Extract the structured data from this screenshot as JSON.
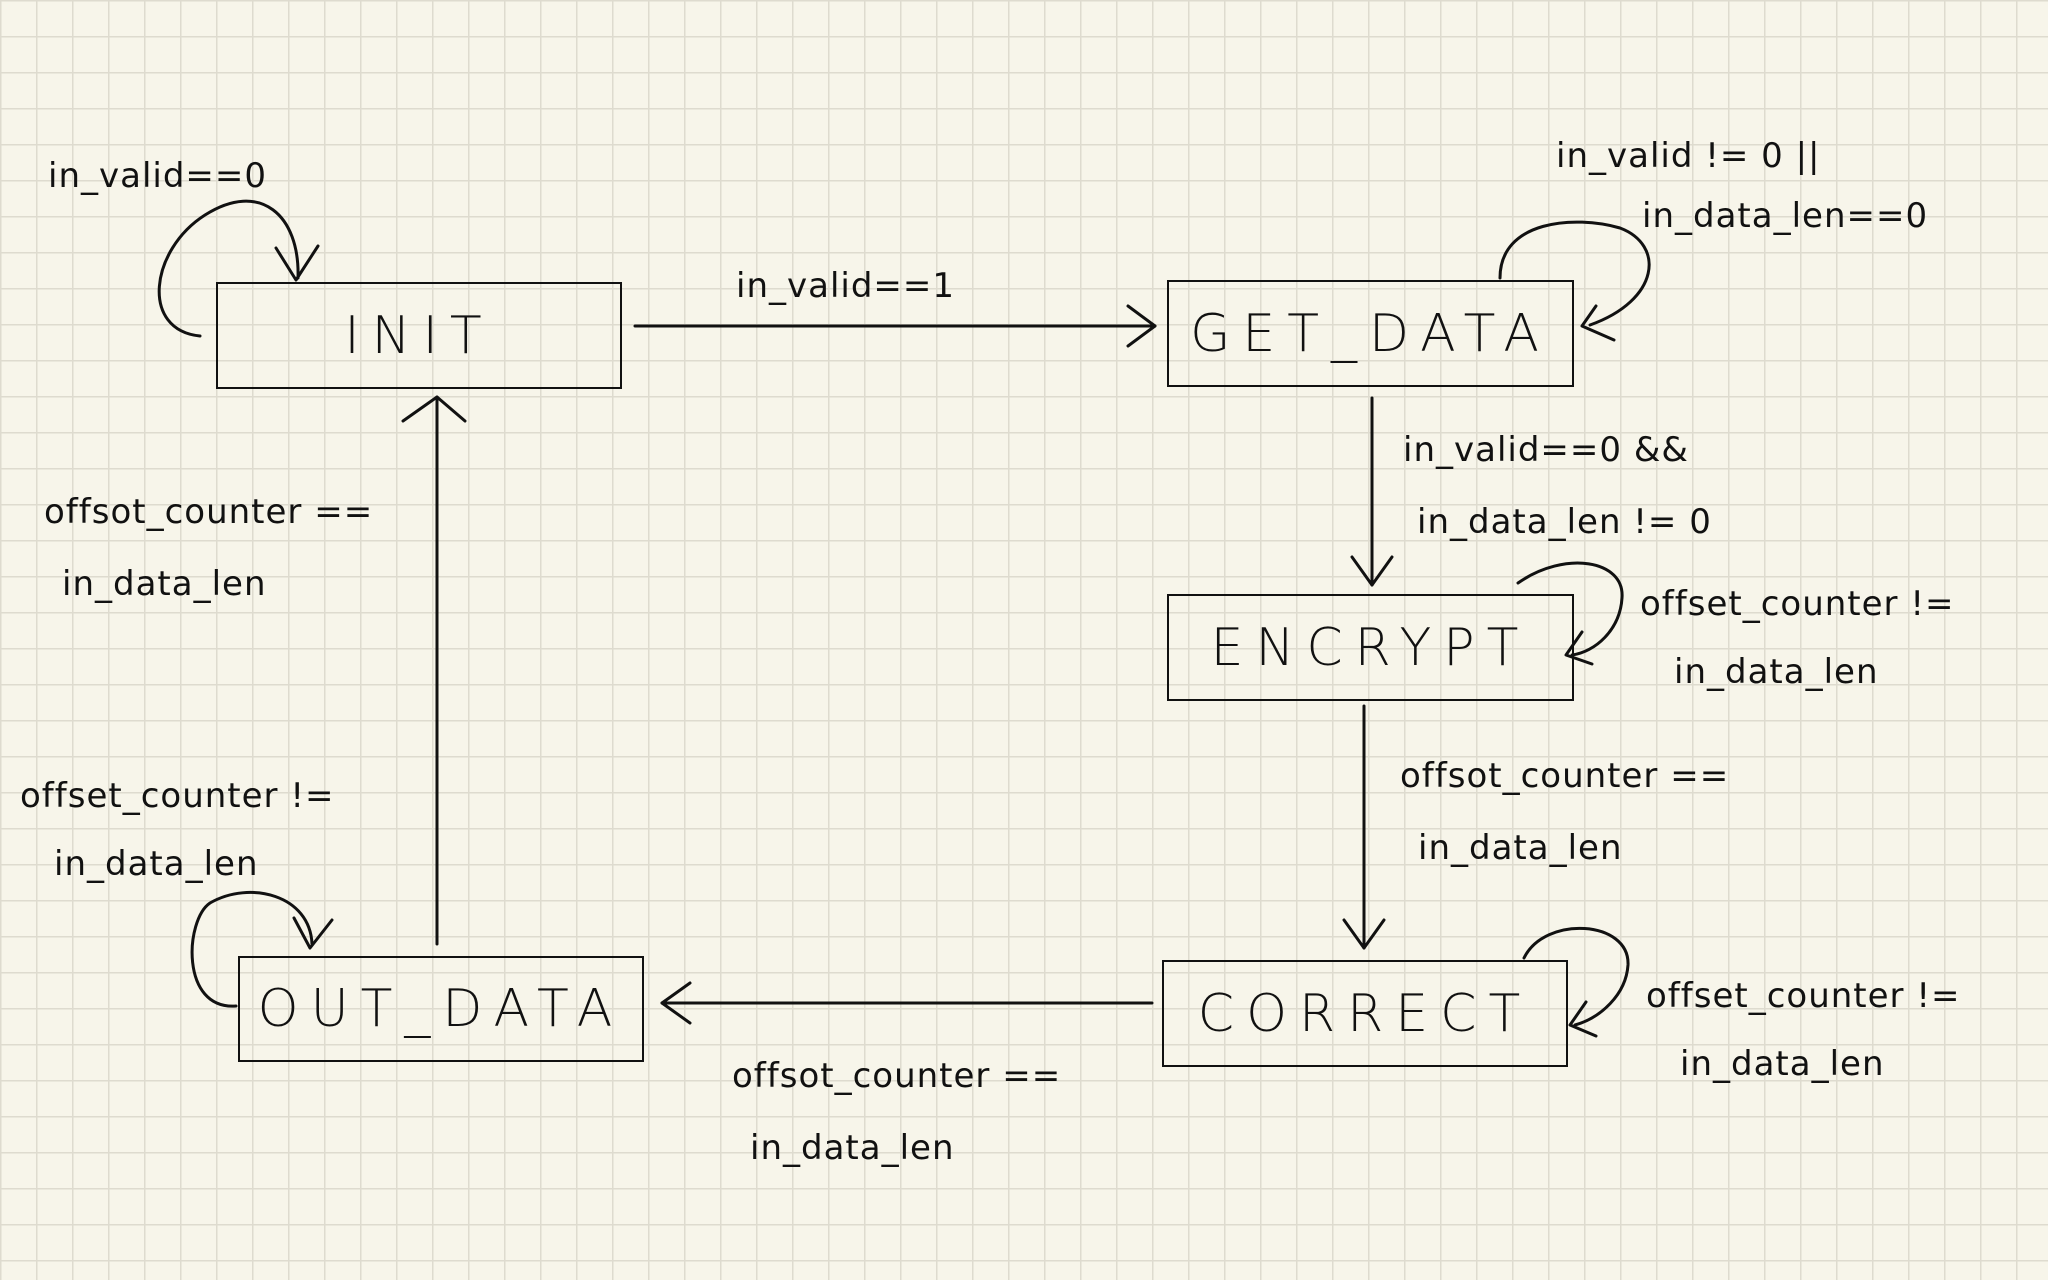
{
  "states": {
    "init": "INIT",
    "get_data": "GET_DATA",
    "encrypt": "ENCRYPT",
    "correct": "CORRECT",
    "out_data": "OUT_DATA"
  },
  "transitions": {
    "init_self": [
      "in_valid==0"
    ],
    "init_to_get_data": [
      "in_valid==1"
    ],
    "get_data_self": [
      "in_valid != 0 ||",
      "in_data_len==0"
    ],
    "get_data_to_encrypt": [
      "in_valid==0 &&",
      "in_data_len != 0"
    ],
    "encrypt_self": [
      "offset_counter !=",
      "in_data_len"
    ],
    "encrypt_to_correct": [
      "offsot_counter ==",
      "in_data_len"
    ],
    "correct_self": [
      "offset_counter !=",
      "in_data_len"
    ],
    "correct_to_out_data": [
      "offsot_counter ==",
      "in_data_len"
    ],
    "out_data_self": [
      "offset_counter !=",
      "in_data_len"
    ],
    "out_data_to_init": [
      "offsot_counter ==",
      "in_data_len"
    ]
  },
  "colors": {
    "paper": "#f7f5ea",
    "grid": "#dedbcf",
    "ink": "#111111"
  }
}
